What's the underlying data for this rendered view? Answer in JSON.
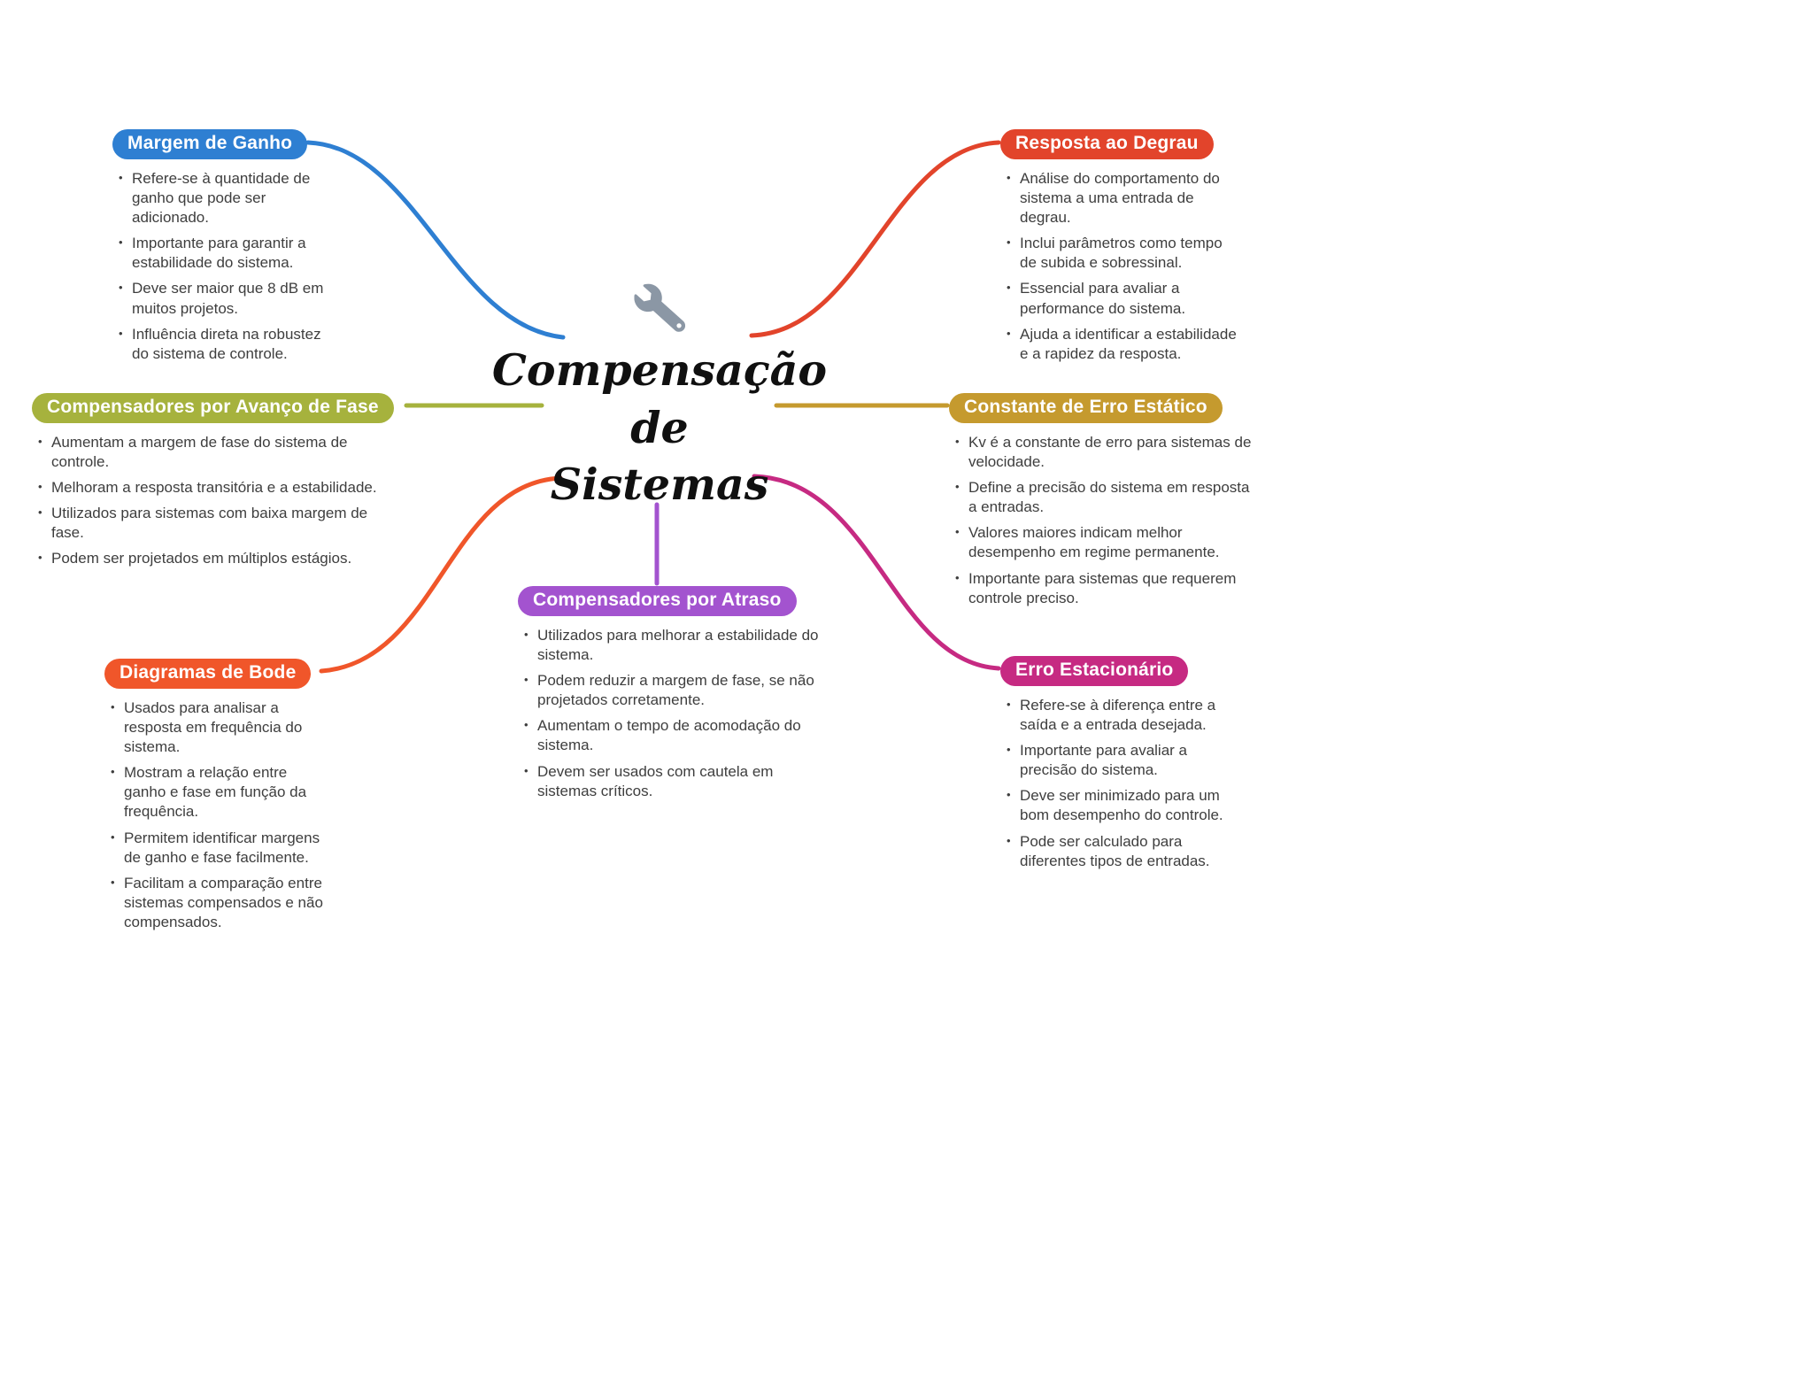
{
  "center": {
    "title_lines": [
      "Compensação",
      "de",
      "Sistemas"
    ],
    "icon": "wrench-icon",
    "icon_color": "#8b97a5",
    "text_color": "#101010"
  },
  "branches": [
    {
      "id": "margem-de-ganho",
      "label": "Margem de Ganho",
      "color": "#2e7fd2",
      "bullets": [
        "Refere-se à quantidade de ganho que pode ser adicionado.",
        "Importante para garantir a estabilidade do sistema.",
        "Deve ser maior que 8 dB em muitos projetos.",
        "Influência direta na robustez do sistema de controle."
      ]
    },
    {
      "id": "resposta-ao-degrau",
      "label": "Resposta ao Degrau",
      "color": "#e2442b",
      "bullets": [
        "Análise do comportamento do sistema a uma entrada de degrau.",
        "Inclui parâmetros como tempo de subida e sobressinal.",
        "Essencial para avaliar a performance do sistema.",
        "Ajuda a identificar a estabilidade e a rapidez da resposta."
      ]
    },
    {
      "id": "compensadores-por-avanco-de-fase",
      "label": "Compensadores por Avanço de Fase",
      "color": "#a6b23d",
      "bullets": [
        "Aumentam a margem de fase do sistema de controle.",
        "Melhoram a resposta transitória e a estabilidade.",
        "Utilizados para sistemas com baixa margem de fase.",
        "Podem ser projetados em múltiplos estágios."
      ]
    },
    {
      "id": "constante-de-erro-estatico",
      "label": "Constante de Erro Estático",
      "color": "#c59a2e",
      "bullets": [
        "Kv é a constante de erro para sistemas de velocidade.",
        "Define a precisão do sistema em resposta a entradas.",
        "Valores maiores indicam melhor desempenho em regime permanente.",
        "Importante para sistemas que requerem controle preciso."
      ]
    },
    {
      "id": "diagramas-de-bode",
      "label": "Diagramas de Bode",
      "color": "#f0562a",
      "bullets": [
        "Usados para analisar a resposta em frequência do sistema.",
        "Mostram a relação entre ganho e fase em função da frequência.",
        "Permitem identificar margens de ganho e fase facilmente.",
        "Facilitam a comparação entre sistemas compensados e não compensados."
      ]
    },
    {
      "id": "erro-estacionario",
      "label": "Erro Estacionário",
      "color": "#c62a82",
      "bullets": [
        "Refere-se à diferença entre a saída e a entrada desejada.",
        "Importante para avaliar a precisão do sistema.",
        "Deve ser minimizado para um bom desempenho do controle.",
        "Pode ser calculado para diferentes tipos de entradas."
      ]
    },
    {
      "id": "compensadores-por-atraso",
      "label": "Compensadores por Atraso",
      "color": "#a353cf",
      "bullets": [
        "Utilizados para melhorar a estabilidade do sistema.",
        "Podem reduzir a margem de fase, se não projetados corretamente.",
        "Aumentam o tempo de acomodação do sistema.",
        "Devem ser usados com cautela em sistemas críticos."
      ]
    }
  ]
}
